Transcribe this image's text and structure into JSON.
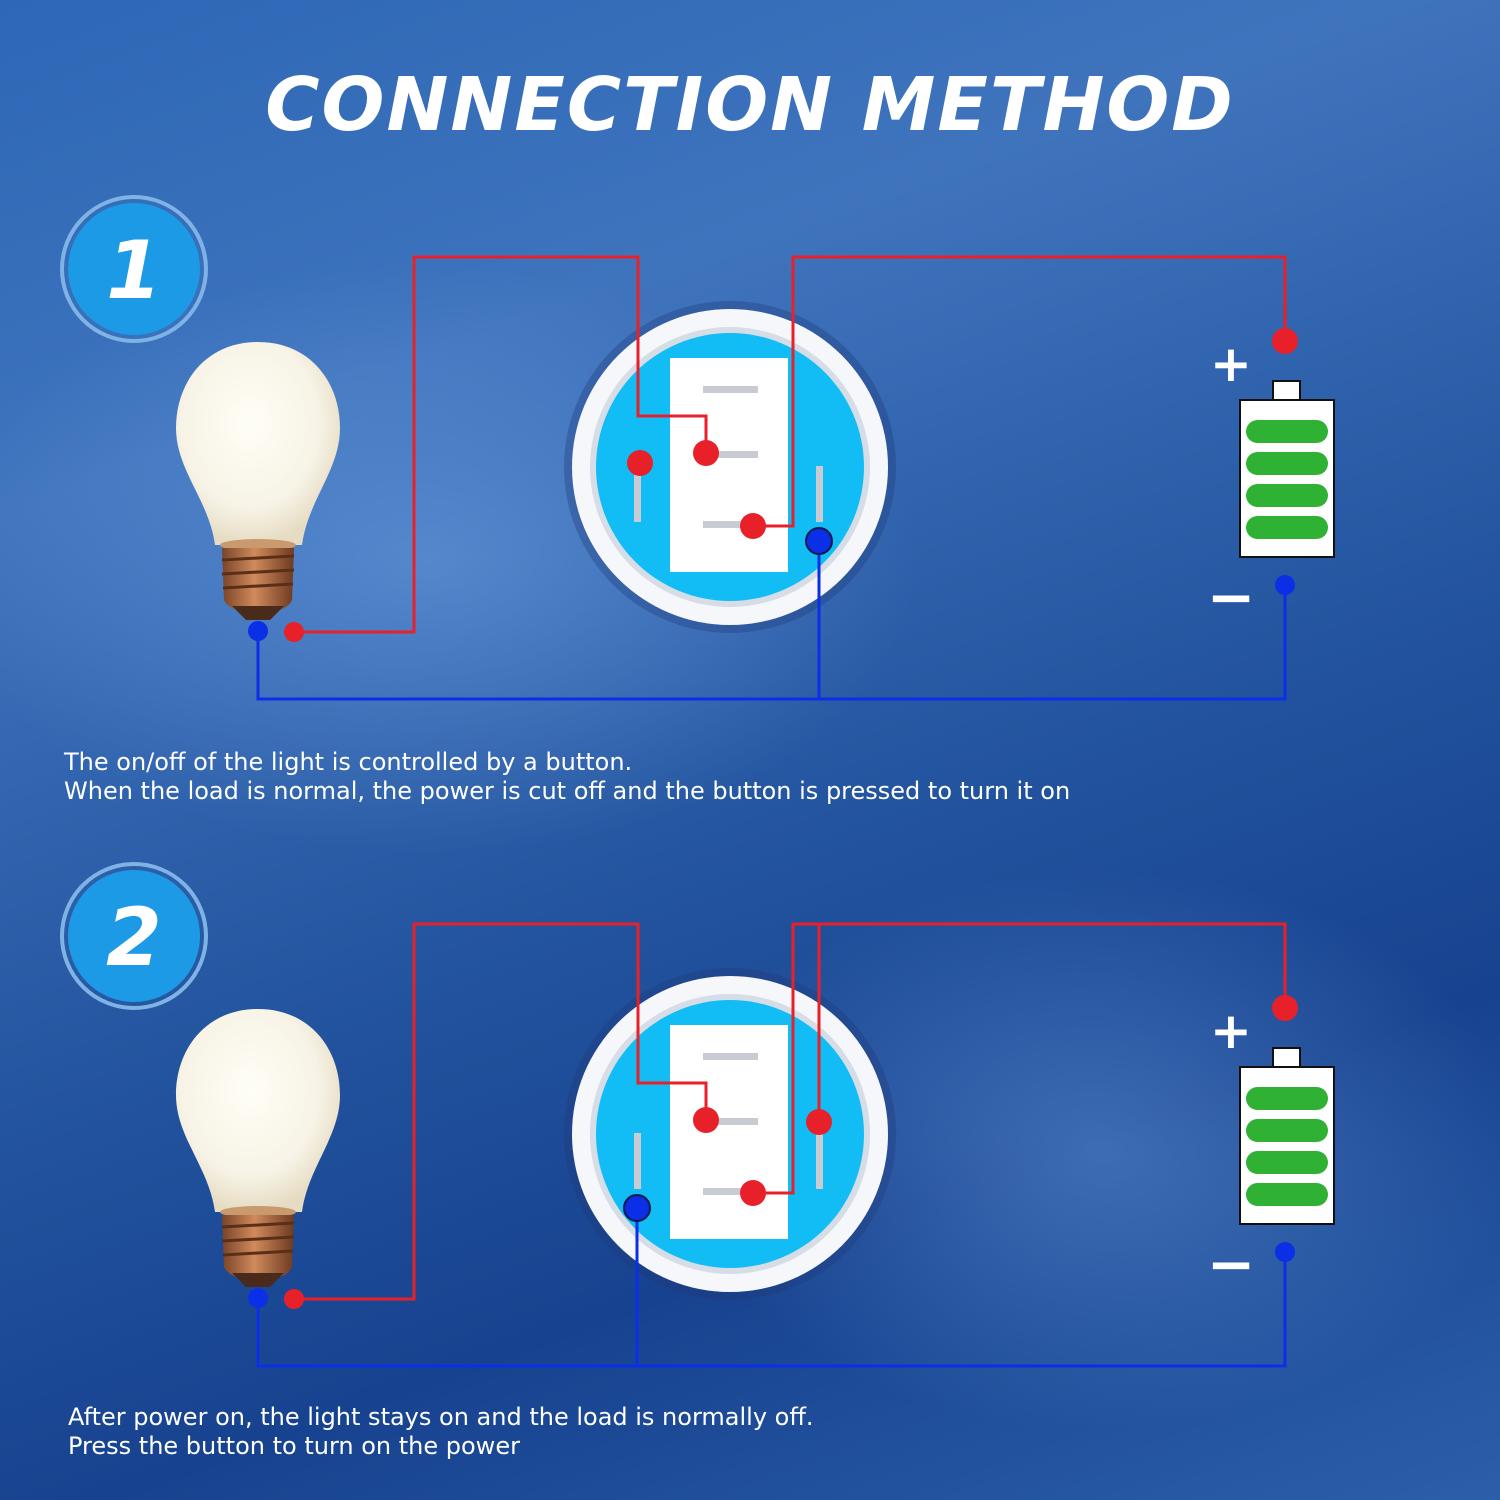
{
  "title": "CONNECTION METHOD",
  "colors": {
    "positive_wire": "#e8202a",
    "negative_wire": "#0b2fe6",
    "battery_level": "#2fb233",
    "switch_face": "#12bdf5",
    "badge": "#1d9ae6"
  },
  "icons": {
    "bulb": "light-bulb-icon",
    "battery": "battery-icon",
    "switch": "push-button-switch-icon"
  },
  "methods": [
    {
      "number": "1",
      "plus_sign": "+",
      "minus_sign": "−",
      "battery_bars": 4,
      "caption_lines": [
        "The on/off of the light is controlled by a button.",
        "When the load is normal, the power is cut off and the button is pressed to turn it on"
      ]
    },
    {
      "number": "2",
      "plus_sign": "+",
      "minus_sign": "−",
      "battery_bars": 4,
      "caption_lines": [
        "After power on, the light stays on and the load is normally off.",
        "Press the button to turn on the power"
      ]
    }
  ]
}
